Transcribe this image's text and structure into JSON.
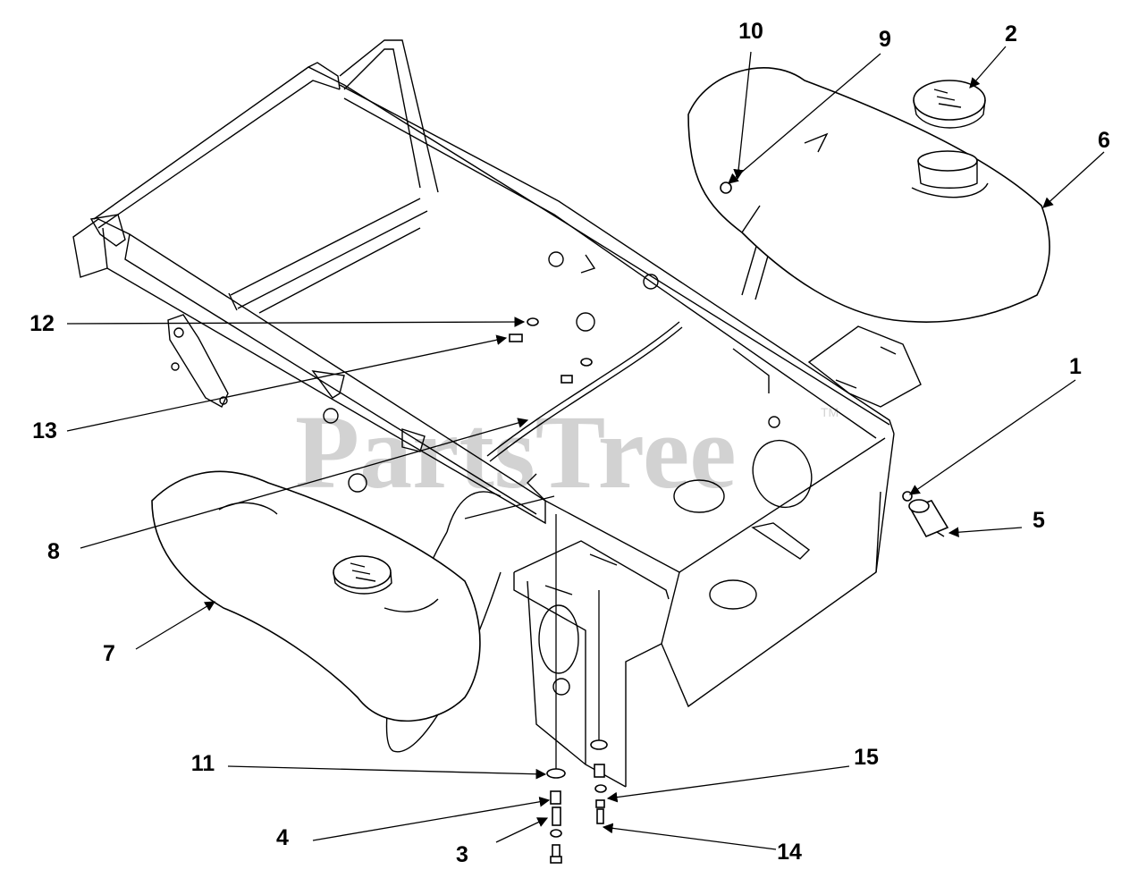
{
  "watermark": {
    "text": "PartsTree",
    "trademark": "TM"
  },
  "callouts": [
    {
      "id": "callout-1",
      "label": "1"
    },
    {
      "id": "callout-2",
      "label": "2"
    },
    {
      "id": "callout-3",
      "label": "3"
    },
    {
      "id": "callout-4",
      "label": "4"
    },
    {
      "id": "callout-5",
      "label": "5"
    },
    {
      "id": "callout-6",
      "label": "6"
    },
    {
      "id": "callout-7",
      "label": "7"
    },
    {
      "id": "callout-8",
      "label": "8"
    },
    {
      "id": "callout-9",
      "label": "9"
    },
    {
      "id": "callout-10",
      "label": "10"
    },
    {
      "id": "callout-11",
      "label": "11"
    },
    {
      "id": "callout-12",
      "label": "12"
    },
    {
      "id": "callout-13",
      "label": "13"
    },
    {
      "id": "callout-14",
      "label": "14"
    },
    {
      "id": "callout-15",
      "label": "15"
    }
  ]
}
